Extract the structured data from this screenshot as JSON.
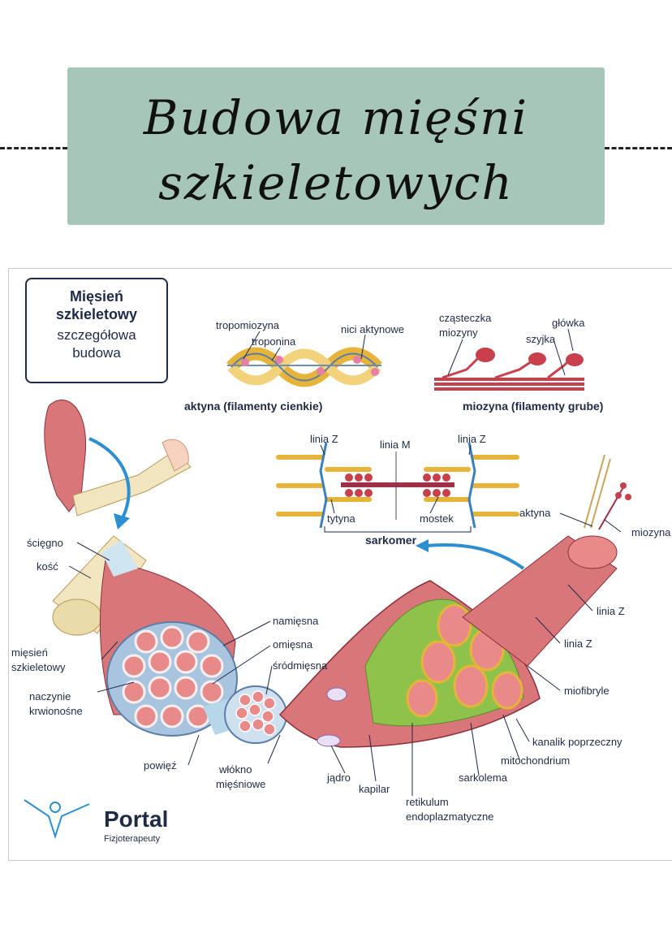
{
  "title": {
    "line1": "Budowa mięśni",
    "line2": "szkieletowych"
  },
  "info_box": {
    "line1": "Mięsień",
    "line2": "szkieletowy",
    "line3": "szczegółowa",
    "line4": "budowa"
  },
  "labels": {
    "tropomiozyna": "tropomiozyna",
    "troponina": "troponina",
    "nici_aktynowe": "nici aktynowe",
    "czasteczka": "cząsteczka",
    "miozyny": "miozyny",
    "glowka": "główka",
    "szyjka": "szyjka",
    "aktyna_title": "aktyna (filamenty cienkie)",
    "miozyna_title": "miozyna (filamenty grube)",
    "linia_z_left": "linia Z",
    "linia_m": "linia M",
    "linia_z_right": "linia Z",
    "tytyna": "tytyna",
    "mostek": "mostek",
    "sarkomer": "sarkomer",
    "aktyna": "aktyna",
    "miozyna": "miozyna",
    "linia_z_a": "linia Z",
    "linia_z_b": "linia Z",
    "miofibryle": "miofibryle",
    "kanalik": "kanalik poprzeczny",
    "mitochondrium": "mitochondrium",
    "sarkolema": "sarkolema",
    "retikulum1": "retikulum",
    "retikulum2": "endoplazmatyczne",
    "kapilar": "kapilar",
    "jadro": "jądro",
    "wlokno1": "włókno",
    "wlokno2": "mięśniowe",
    "powiez": "powięź",
    "naczynie1": "naczynie",
    "naczynie2": "krwionośne",
    "miesien1": "mięsień",
    "miesien2": "szkieletowy",
    "kosc": "kość",
    "sciegno": "ścięgno",
    "namiesna": "namięsna",
    "omiesna": "omięsna",
    "srodmiesna": "śródmięsna"
  },
  "logo": {
    "name": "Portal",
    "sub": "Fizjoterapeuty"
  },
  "colors": {
    "title_bg": "#a6c6b9",
    "muscle": "#d9767a",
    "tendon": "#f2e6c0",
    "arrow": "#2e8fd0",
    "navy": "#1f2a44"
  }
}
